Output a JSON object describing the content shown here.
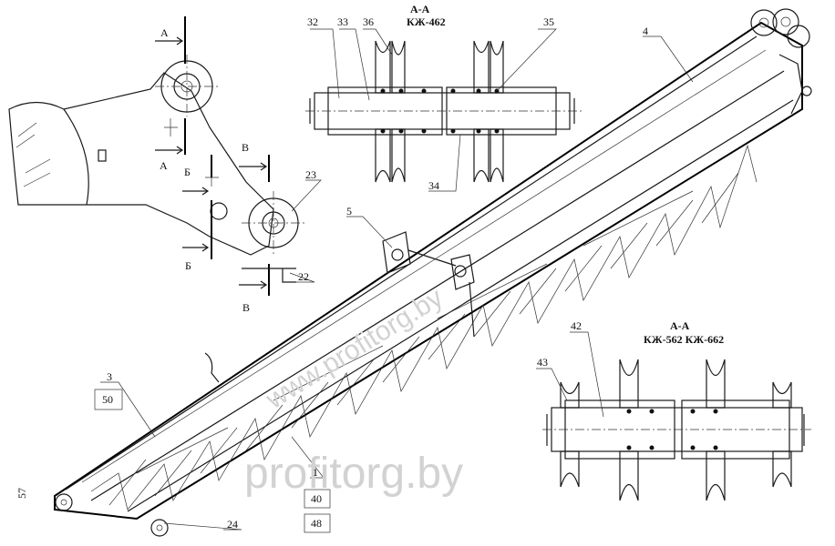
{
  "section_top": {
    "letter": "А-А",
    "model": "КЖ-462"
  },
  "section_bottom": {
    "letter": "А-А",
    "model": "КЖ-562 КЖ-662"
  },
  "section_marks": {
    "a": "А",
    "b": "Б",
    "v": "В"
  },
  "callouts": {
    "n1": "1",
    "n3": "3",
    "n4": "4",
    "n5": "5",
    "n22": "22",
    "n23": "23",
    "n24": "24",
    "n32": "32",
    "n33": "33",
    "n34": "34",
    "n35": "35",
    "n36": "36",
    "n40": "40",
    "n42": "42",
    "n43": "43",
    "n48": "48",
    "n50": "50"
  },
  "page_number": "57",
  "watermarks": {
    "diagonal": "www.profitorg.by",
    "bottom": "profitorg.by"
  }
}
